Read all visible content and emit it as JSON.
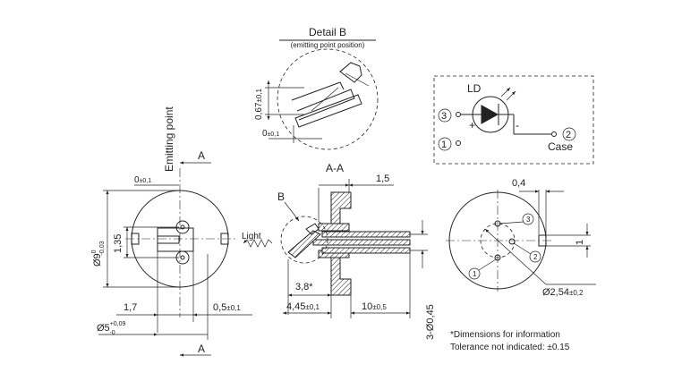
{
  "detail": {
    "title": "Detail B",
    "subtitle": "(emitting point position)",
    "dim_height": "0,67",
    "dim_height_tol": "±0,1",
    "dim_offset": "0",
    "dim_offset_tol": "±0,1"
  },
  "front_view": {
    "emitting_point_label": "Emitting point",
    "section_letter_top": "A",
    "section_letter_bottom": "A",
    "dim_top": "0",
    "dim_top_tol": "±0,1",
    "dim_dia_prefix": "Ø9",
    "dim_dia_sup": "0",
    "dim_dia_sub": "-0,03",
    "dim_pin_spacing": "1,35",
    "dim_left": "1,7",
    "dim_right": "0,5",
    "dim_right_tol": "±0,1",
    "dim_dia5_prefix": "Ø5",
    "dim_dia5_sup": "+0,09",
    "dim_dia5_sub": "-0"
  },
  "section_view": {
    "title": "A-A",
    "detail_ref": "B",
    "light_label": "Light",
    "dim_top": "1,5",
    "dim_38": "3,8*",
    "dim_445": "4,45",
    "dim_445_tol": "±0,1",
    "dim_10": "10",
    "dim_10_tol": "±0,5",
    "dim_pins": "3-Ø0,45"
  },
  "schematic": {
    "ld_label": "LD",
    "pin3": "3",
    "pin1": "1",
    "pin2": "2",
    "plus": "+",
    "minus": "-",
    "case_label": "Case"
  },
  "bottom_view": {
    "dim_04": "0,4",
    "dim_1": "1",
    "dim_dia254": "Ø2,54",
    "dim_dia254_tol": "±0,2",
    "pin_3": "3",
    "pin_2": "2",
    "pin_1": "1"
  },
  "notes": {
    "line1": "*Dimensions for information",
    "line2": "Tolerance not indicated: ±0.15"
  }
}
